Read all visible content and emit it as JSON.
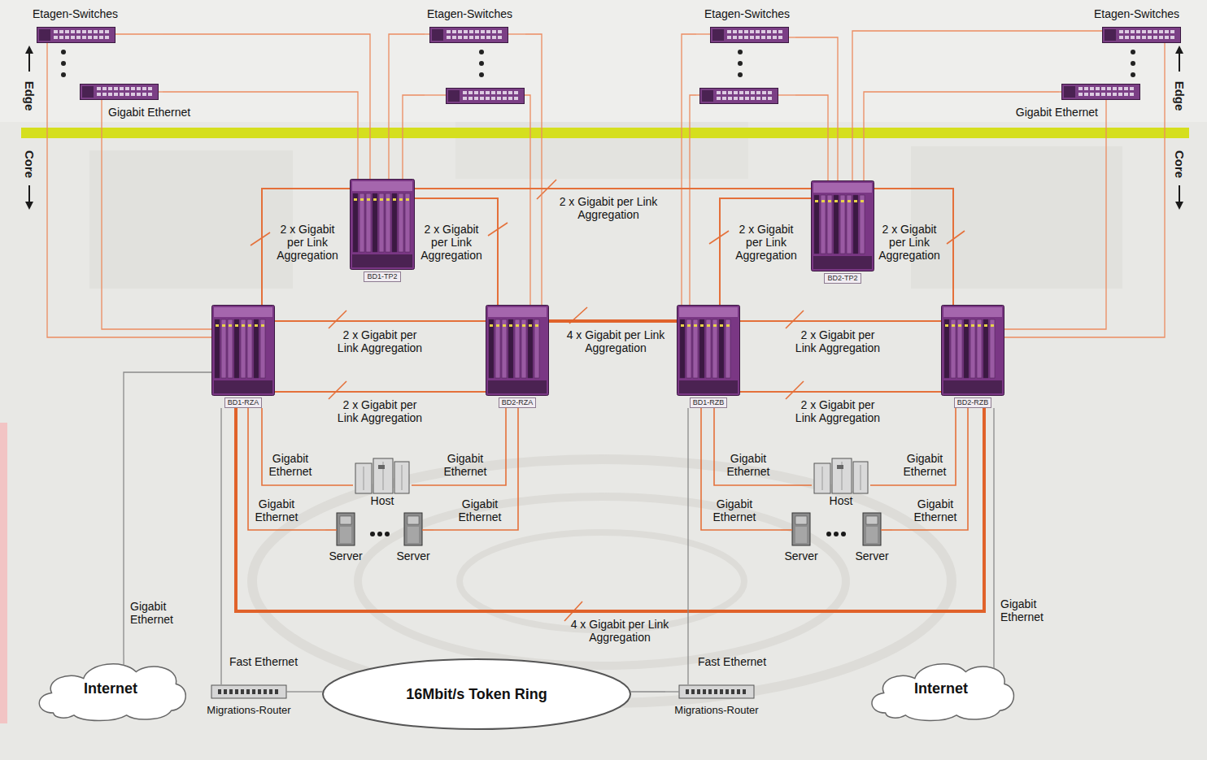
{
  "diagram": {
    "nodes": [
      {
        "text": [
          "Etagen-Switches"
        ]
      },
      {
        "text": [
          "Etagen-Switches"
        ]
      },
      {
        "text": [
          "Etagen-Switches"
        ]
      },
      {
        "text": [
          "Etagen-Switches"
        ]
      },
      {
        "text": [
          "BD1-TP2"
        ]
      },
      {
        "text": [
          "BD2-TP2"
        ]
      },
      {
        "text": [
          "BD1-RZA"
        ]
      },
      {
        "text": [
          "BD2-RZA"
        ]
      },
      {
        "text": [
          "BD1-RZB"
        ]
      },
      {
        "text": [
          "BD2-RZB"
        ]
      },
      {
        "text": [
          "Host"
        ]
      },
      {
        "text": [
          "Server"
        ]
      },
      {
        "text": [
          "Server"
        ]
      },
      {
        "text": [
          "Host"
        ]
      },
      {
        "text": [
          "Server"
        ]
      },
      {
        "text": [
          "Server"
        ]
      },
      {
        "text": [
          "Internet"
        ]
      },
      {
        "text": [
          "Migrations-Router"
        ]
      },
      {
        "text": [
          "16Mbit/s Token Ring"
        ]
      },
      {
        "text": [
          "Migrations-Router"
        ]
      },
      {
        "text": [
          "Internet"
        ]
      }
    ],
    "edges": [
      {
        "from": 0,
        "to": 6,
        "arrow": "none"
      },
      {
        "from": 0,
        "to": 6,
        "label": "Gigabit Ethernet",
        "arrow": "none"
      },
      {
        "from": 0,
        "to": 4,
        "arrow": "none"
      },
      {
        "from": 0,
        "to": 4,
        "arrow": "none"
      },
      {
        "from": 1,
        "to": 4,
        "arrow": "none"
      },
      {
        "from": 1,
        "to": 4,
        "arrow": "none"
      },
      {
        "from": 1,
        "to": 7,
        "arrow": "none"
      },
      {
        "from": 1,
        "to": 7,
        "arrow": "none"
      },
      {
        "from": 2,
        "to": 8,
        "arrow": "none"
      },
      {
        "from": 2,
        "to": 8,
        "arrow": "none"
      },
      {
        "from": 2,
        "to": 5,
        "arrow": "none"
      },
      {
        "from": 2,
        "to": 5,
        "arrow": "none"
      },
      {
        "from": 3,
        "to": 5,
        "arrow": "none"
      },
      {
        "from": 3,
        "to": 5,
        "arrow": "none"
      },
      {
        "from": 3,
        "to": 9,
        "arrow": "none"
      },
      {
        "from": 3,
        "to": 9,
        "label": "Gigabit Ethernet",
        "arrow": "none"
      },
      {
        "from": 4,
        "to": 5,
        "label": "2 x Gigabit per Link Aggregation",
        "arrow": "none"
      },
      {
        "from": 4,
        "to": 6,
        "label": "2 x Gigabit per Link Aggregation",
        "arrow": "none"
      },
      {
        "from": 4,
        "to": 7,
        "label": "2 x Gigabit per Link Aggregation",
        "arrow": "none"
      },
      {
        "from": 5,
        "to": 8,
        "label": "2 x Gigabit per Link Aggregation",
        "arrow": "none"
      },
      {
        "from": 5,
        "to": 9,
        "label": "2 x Gigabit per Link Aggregation",
        "arrow": "none"
      },
      {
        "from": 6,
        "to": 7,
        "label": "2 x Gigabit per Link Aggregation",
        "arrow": "none"
      },
      {
        "from": 6,
        "to": 7,
        "label": "2 x Gigabit per Link Aggregation",
        "arrow": "none"
      },
      {
        "from": 7,
        "to": 8,
        "label": "4 x Gigabit per Link Aggregation",
        "arrow": "none"
      },
      {
        "from": 8,
        "to": 9,
        "label": "2 x Gigabit per Link Aggregation",
        "arrow": "none"
      },
      {
        "from": 8,
        "to": 9,
        "label": "2 x Gigabit per Link Aggregation",
        "arrow": "none"
      },
      {
        "from": 6,
        "to": 9,
        "label": "4 x Gigabit per Link Aggregation",
        "arrow": "none"
      },
      {
        "from": 6,
        "to": 10,
        "label": "Gigabit Ethernet",
        "arrow": "none"
      },
      {
        "from": 7,
        "to": 10,
        "label": "Gigabit Ethernet",
        "arrow": "none"
      },
      {
        "from": 6,
        "to": 11,
        "label": "Gigabit Ethernet",
        "arrow": "none"
      },
      {
        "from": 7,
        "to": 12,
        "label": "Gigabit Ethernet",
        "arrow": "none"
      },
      {
        "from": 8,
        "to": 13,
        "label": "Gigabit Ethernet",
        "arrow": "none"
      },
      {
        "from": 9,
        "to": 13,
        "label": "Gigabit Ethernet",
        "arrow": "none"
      },
      {
        "from": 8,
        "to": 14,
        "label": "Gigabit Ethernet",
        "arrow": "none"
      },
      {
        "from": 9,
        "to": 15,
        "label": "Gigabit Ethernet",
        "arrow": "none"
      },
      {
        "from": 6,
        "to": 16,
        "label": "Gigabit Ethernet",
        "arrow": "none"
      },
      {
        "from": 9,
        "to": 20,
        "label": "Gigabit Ethernet",
        "arrow": "none"
      },
      {
        "from": 6,
        "to": 17,
        "label": "Fast Ethernet",
        "arrow": "none"
      },
      {
        "from": 8,
        "to": 19,
        "label": "Fast Ethernet",
        "arrow": "none"
      },
      {
        "from": 17,
        "to": 18,
        "arrow": "none"
      },
      {
        "from": 19,
        "to": 18,
        "arrow": "none"
      }
    ],
    "labels": [
      "Edge",
      "Core",
      "Edge",
      "Core"
    ]
  }
}
